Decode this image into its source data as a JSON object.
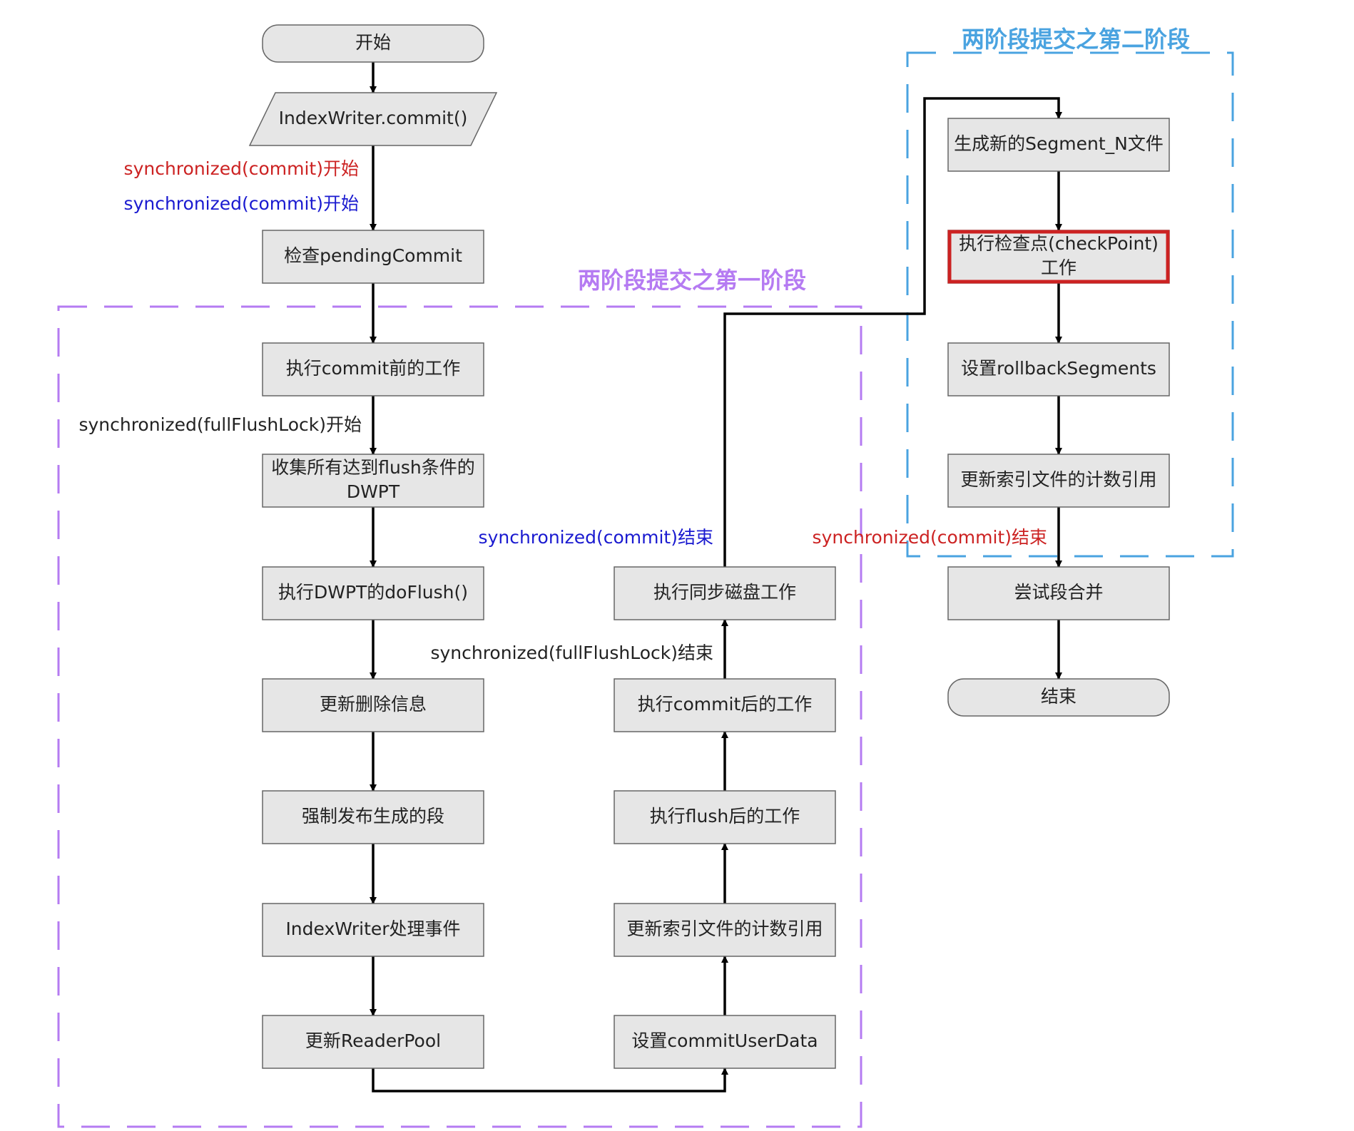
{
  "colors": {
    "phase1": "#b57bf2",
    "phase2": "#4aa3e0",
    "red_annotation": "#cc2222",
    "blue_annotation": "#1a1ad0",
    "black_annotation": "#222222",
    "highlight_border": "#cc2222"
  },
  "groups": [
    {
      "id": "phase1",
      "title": "两阶段提交之第一阶段"
    },
    {
      "id": "phase2",
      "title": "两阶段提交之第二阶段"
    }
  ],
  "nodes": [
    {
      "id": "start",
      "label": "开始",
      "shape": "rounded"
    },
    {
      "id": "commit_call",
      "label": "IndexWriter.commit()",
      "shape": "parallelogram"
    },
    {
      "id": "check_pending",
      "label": "检查pendingCommit",
      "shape": "rect"
    },
    {
      "id": "pre_commit",
      "label": "执行commit前的工作",
      "shape": "rect"
    },
    {
      "id": "collect_dwpt",
      "label": "收集所有达到flush条件的\nDWPT",
      "shape": "rect"
    },
    {
      "id": "do_flush",
      "label": "执行DWPT的doFlush()",
      "shape": "rect"
    },
    {
      "id": "update_deletes",
      "label": "更新删除信息",
      "shape": "rect"
    },
    {
      "id": "publish_segments",
      "label": "强制发布生成的段",
      "shape": "rect"
    },
    {
      "id": "process_events",
      "label": "IndexWriter处理事件",
      "shape": "rect"
    },
    {
      "id": "update_readerpool",
      "label": "更新ReaderPool",
      "shape": "rect"
    },
    {
      "id": "set_userdata",
      "label": "设置commitUserData",
      "shape": "rect"
    },
    {
      "id": "update_refcount_1",
      "label": "更新索引文件的计数引用",
      "shape": "rect"
    },
    {
      "id": "post_flush",
      "label": "执行flush后的工作",
      "shape": "rect"
    },
    {
      "id": "post_commit",
      "label": "执行commit后的工作",
      "shape": "rect"
    },
    {
      "id": "sync_disk",
      "label": "执行同步磁盘工作",
      "shape": "rect"
    },
    {
      "id": "gen_segment_n",
      "label": "生成新的Segment_N文件",
      "shape": "rect"
    },
    {
      "id": "checkpoint",
      "label": "执行检查点(checkPoint)\n工作",
      "shape": "rect",
      "highlighted": true
    },
    {
      "id": "set_rollback",
      "label": "设置rollbackSegments",
      "shape": "rect"
    },
    {
      "id": "update_refcount_2",
      "label": "更新索引文件的计数引用",
      "shape": "rect"
    },
    {
      "id": "try_merge",
      "label": "尝试段合并",
      "shape": "rect"
    },
    {
      "id": "end",
      "label": "结束",
      "shape": "rounded"
    }
  ],
  "edges": [
    {
      "from": "start",
      "to": "commit_call"
    },
    {
      "from": "commit_call",
      "to": "check_pending"
    },
    {
      "from": "check_pending",
      "to": "pre_commit"
    },
    {
      "from": "pre_commit",
      "to": "collect_dwpt"
    },
    {
      "from": "collect_dwpt",
      "to": "do_flush"
    },
    {
      "from": "do_flush",
      "to": "update_deletes"
    },
    {
      "from": "update_deletes",
      "to": "publish_segments"
    },
    {
      "from": "publish_segments",
      "to": "process_events"
    },
    {
      "from": "process_events",
      "to": "update_readerpool"
    },
    {
      "from": "update_readerpool",
      "to": "set_userdata"
    },
    {
      "from": "set_userdata",
      "to": "update_refcount_1"
    },
    {
      "from": "update_refcount_1",
      "to": "post_flush"
    },
    {
      "from": "post_flush",
      "to": "post_commit"
    },
    {
      "from": "post_commit",
      "to": "sync_disk"
    },
    {
      "from": "sync_disk",
      "to": "gen_segment_n"
    },
    {
      "from": "gen_segment_n",
      "to": "checkpoint"
    },
    {
      "from": "checkpoint",
      "to": "set_rollback"
    },
    {
      "from": "set_rollback",
      "to": "update_refcount_2"
    },
    {
      "from": "update_refcount_2",
      "to": "try_merge"
    },
    {
      "from": "try_merge",
      "to": "end"
    }
  ],
  "annotations": [
    {
      "id": "sync_commit_start_red",
      "text": "synchronized(commit)开始",
      "color": "red_annotation"
    },
    {
      "id": "sync_commit_start_blue",
      "text": "synchronized(commit)开始",
      "color": "blue_annotation"
    },
    {
      "id": "sync_fullflush_start",
      "text": "synchronized(fullFlushLock)开始",
      "color": "black_annotation"
    },
    {
      "id": "sync_commit_end_blue",
      "text": "synchronized(commit)结束",
      "color": "blue_annotation"
    },
    {
      "id": "sync_fullflush_end",
      "text": "synchronized(fullFlushLock)结束",
      "color": "black_annotation"
    },
    {
      "id": "sync_commit_end_red",
      "text": "synchronized(commit)结束",
      "color": "red_annotation"
    }
  ]
}
